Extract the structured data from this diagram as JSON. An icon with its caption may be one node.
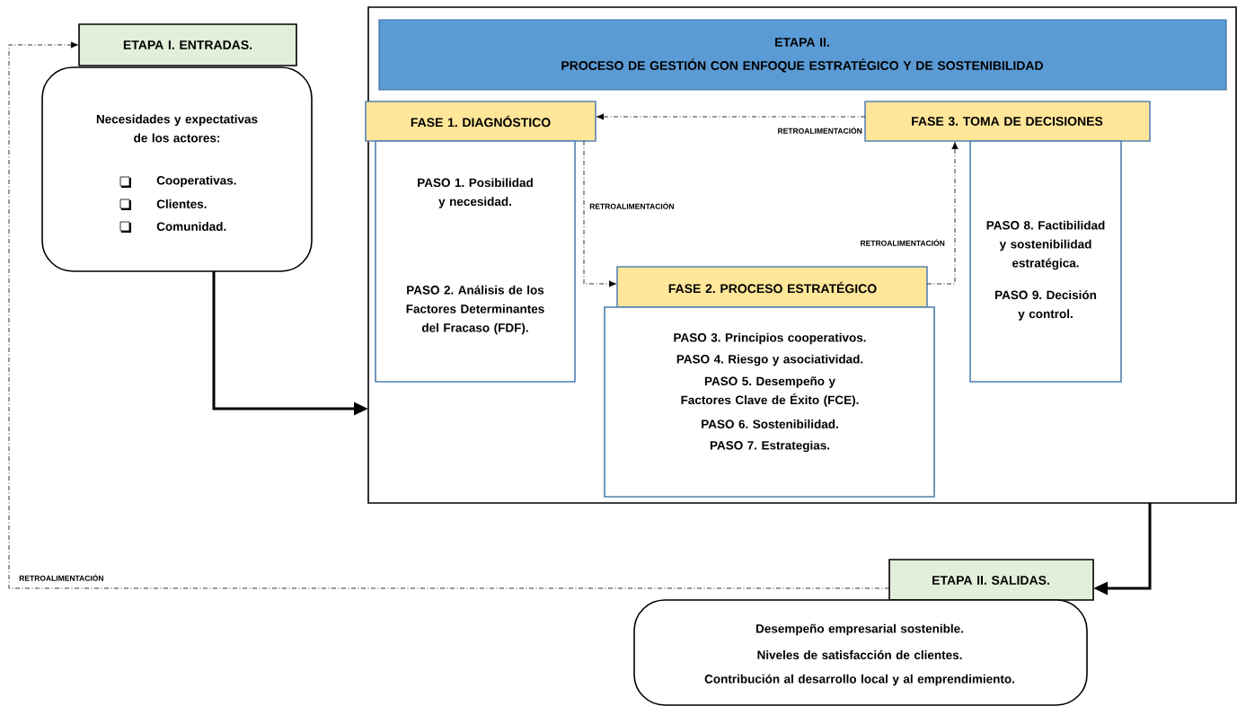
{
  "diagram": {
    "nodes": [
      {
        "text": [
          "ETAPA I. ENTRADAS."
        ]
      },
      {
        "text": [
          "Necesidades y expectativas de los actores:",
          "Cooperativas.",
          "Clientes.",
          "Comunidad."
        ]
      },
      {
        "text": [],
        "shape": "box"
      },
      {
        "text": [
          "ETAPA II.",
          "PROCESO DE GESTIÓN CON ENFOQUE ESTRATÉGICO Y DE SOSTENIBILIDAD"
        ],
        "in": 2
      },
      {
        "text": [
          "FASE 1. DIAGNÓSTICO"
        ],
        "in": 2
      },
      {
        "text": [
          "PASO 1. Posibilidad y necesidad.",
          "PASO 2. Análisis de los Factores Determinantes del Fracaso (FDF)."
        ],
        "in": 2
      },
      {
        "text": [
          "FASE 2. PROCESO ESTRATÉGICO"
        ],
        "in": 2
      },
      {
        "text": [
          "PASO 3. Principios cooperativos.",
          "PASO 4. Riesgo y asociatividad.",
          "PASO 5. Desempeño y Factores Clave de Éxito (FCE).",
          "PASO 6. Sostenibilidad.",
          "PASO 7. Estrategias."
        ],
        "in": 2
      },
      {
        "text": [
          "FASE 3. TOMA DE DECISIONES"
        ],
        "in": 2
      },
      {
        "text": [
          "PASO 8. Factibilidad y sostenibilidad estratégica.",
          "PASO 9. Decisión y control."
        ],
        "in": 2
      },
      {
        "text": [
          "ETAPA II. SALIDAS."
        ]
      },
      {
        "text": [
          "Desempeño empresarial sostenible.",
          "Niveles de satisfacción de clientes.",
          "Contribución al desarrollo local y al emprendimiento."
        ]
      }
    ],
    "edges": [
      {
        "from": 1,
        "to": 2,
        "arrow": "to",
        "style": "thick"
      },
      {
        "from": 4,
        "to": 6,
        "arrow": "to",
        "style": "dashed",
        "label": "RETROALIMENTACIÓN"
      },
      {
        "from": 6,
        "to": 8,
        "arrow": "to",
        "style": "dashed",
        "label": "RETROALIMENTACIÓN"
      },
      {
        "from": 8,
        "to": 4,
        "arrow": "to",
        "style": "dashed",
        "label": "RETROALIMENTACIÓN"
      },
      {
        "from": 2,
        "to": 10,
        "arrow": "to",
        "style": "thick"
      },
      {
        "from": 10,
        "to": 0,
        "arrow": "to",
        "style": "dashed",
        "label": "RETROALIMENTACIÓN"
      }
    ]
  }
}
